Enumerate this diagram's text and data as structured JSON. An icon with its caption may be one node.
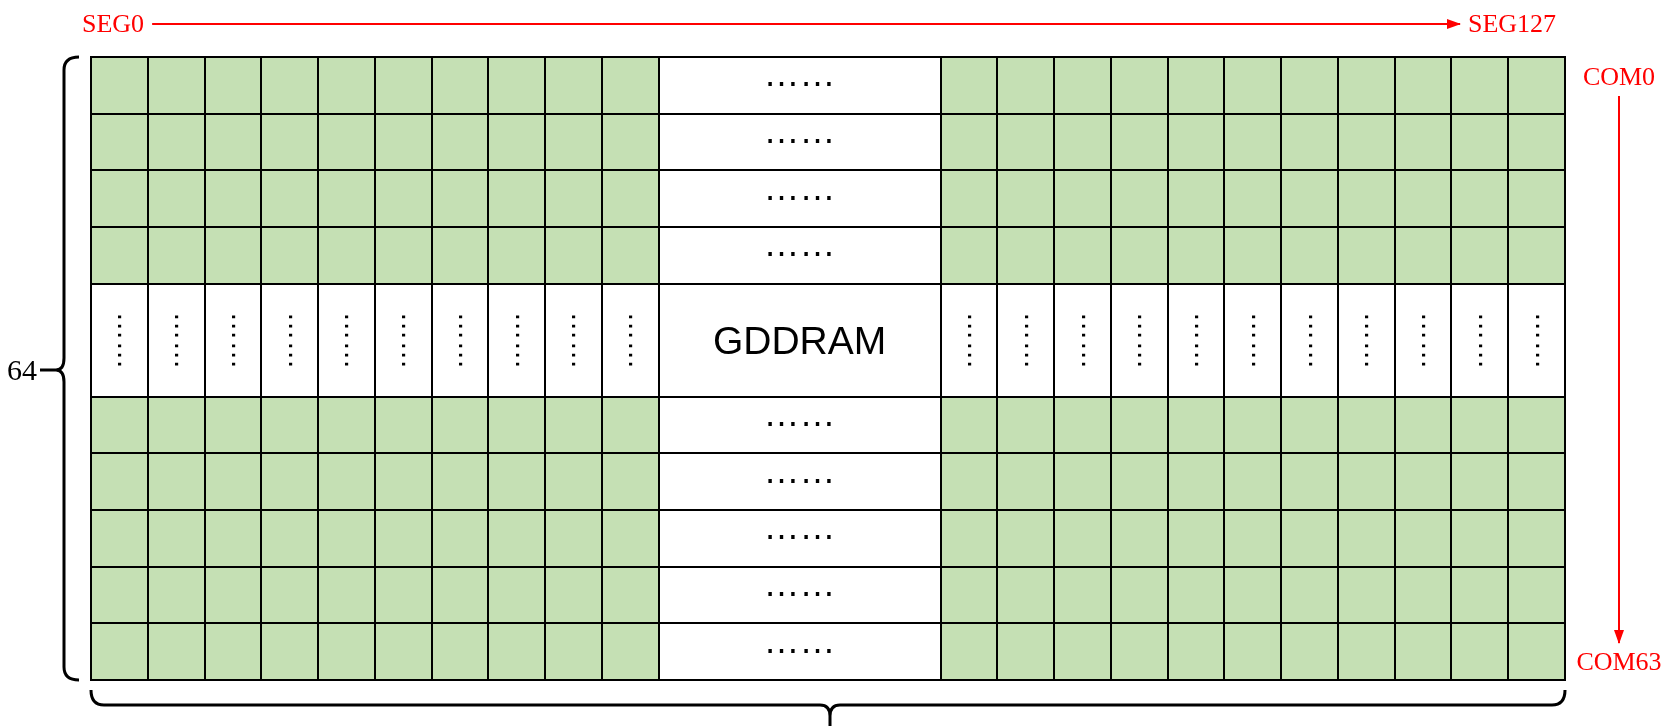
{
  "diagram": {
    "nodes": [
      {
        "text": [
          "SEG0"
        ]
      },
      {
        "text": [
          "SEG127"
        ]
      },
      {
        "text": [
          "COM0"
        ]
      },
      {
        "text": [
          "COM63"
        ]
      }
    ],
    "edges": [
      {
        "from": 0,
        "to": 1,
        "arrow": "to"
      },
      {
        "from": 2,
        "to": 3,
        "arrow": "to"
      }
    ],
    "labels": [
      "……",
      "……",
      "……",
      "……",
      "64",
      "……",
      "……",
      "……",
      "……",
      "……",
      "……",
      "……",
      "……",
      "……",
      "……",
      "GDDRAM",
      "……",
      "……",
      "……",
      "……",
      "……",
      "……",
      "……",
      "……",
      "……",
      "……",
      "……",
      "……",
      "……",
      "……",
      "……",
      "……"
    ]
  }
}
